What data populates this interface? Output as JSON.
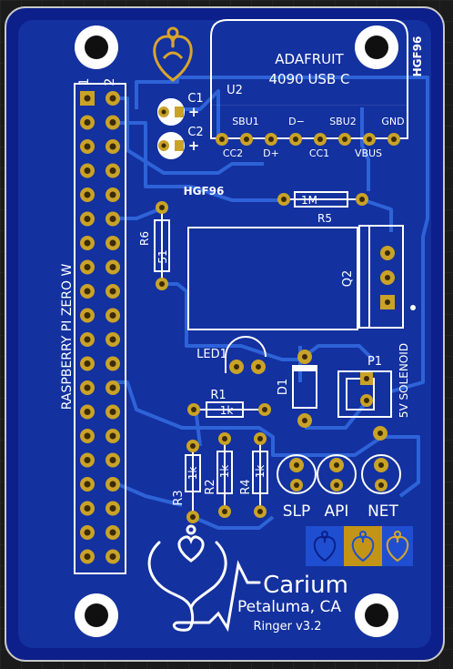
{
  "board": {
    "colors": {
      "background": "#1b1b1b",
      "grid": "#2e2e2e",
      "substrate": "#0c1f8a",
      "copper": "#1a3fb0",
      "trace": "#2e63d8",
      "silk": "#ffffff",
      "pad": "#c9a227",
      "hole": "#3a2a05",
      "logo_gold": "#d8a52c",
      "logo_blue_bg": "#1f4fd0",
      "logo_gold_bg": "#c39416"
    },
    "header": {
      "label": "RASPBERRY PI ZERO W",
      "pin1_label": "1",
      "pin2_label": "2"
    },
    "module": {
      "ref": "U2",
      "line1": "ADAFRUIT",
      "line2": "4090 USB C",
      "pins_top": [
        "SBU1",
        "D−",
        "SBU2",
        "GND"
      ],
      "pins_bottom": [
        "CC2",
        "D+",
        "CC1",
        "VBUS"
      ]
    },
    "marks": {
      "hgf_vertical": "HGF96",
      "hgf_horizontal": "HGF96"
    },
    "capacitors": [
      {
        "ref": "C1",
        "polarity": "+"
      },
      {
        "ref": "C2",
        "polarity": "+"
      }
    ],
    "resistors": {
      "r5": {
        "ref": "R5",
        "value": "1M"
      },
      "r6": {
        "ref": "R6",
        "value": "51"
      },
      "r1": {
        "ref": "R1",
        "value": "1k"
      },
      "r2": {
        "ref": "R2",
        "value": "1k"
      },
      "r3": {
        "ref": "R3",
        "value": "1k"
      },
      "r4": {
        "ref": "R4",
        "value": "1k"
      }
    },
    "transistor": {
      "ref": "Q2"
    },
    "connector": {
      "ref": "P1",
      "label": "5V SOLENOID"
    },
    "led": {
      "ref": "LED1"
    },
    "diode": {
      "ref": "D1"
    },
    "status_leds": [
      "SLP",
      "API",
      "NET"
    ],
    "branding": {
      "name": "Carium",
      "location": "Petaluma, CA",
      "version": "Ringer v3.2"
    }
  }
}
